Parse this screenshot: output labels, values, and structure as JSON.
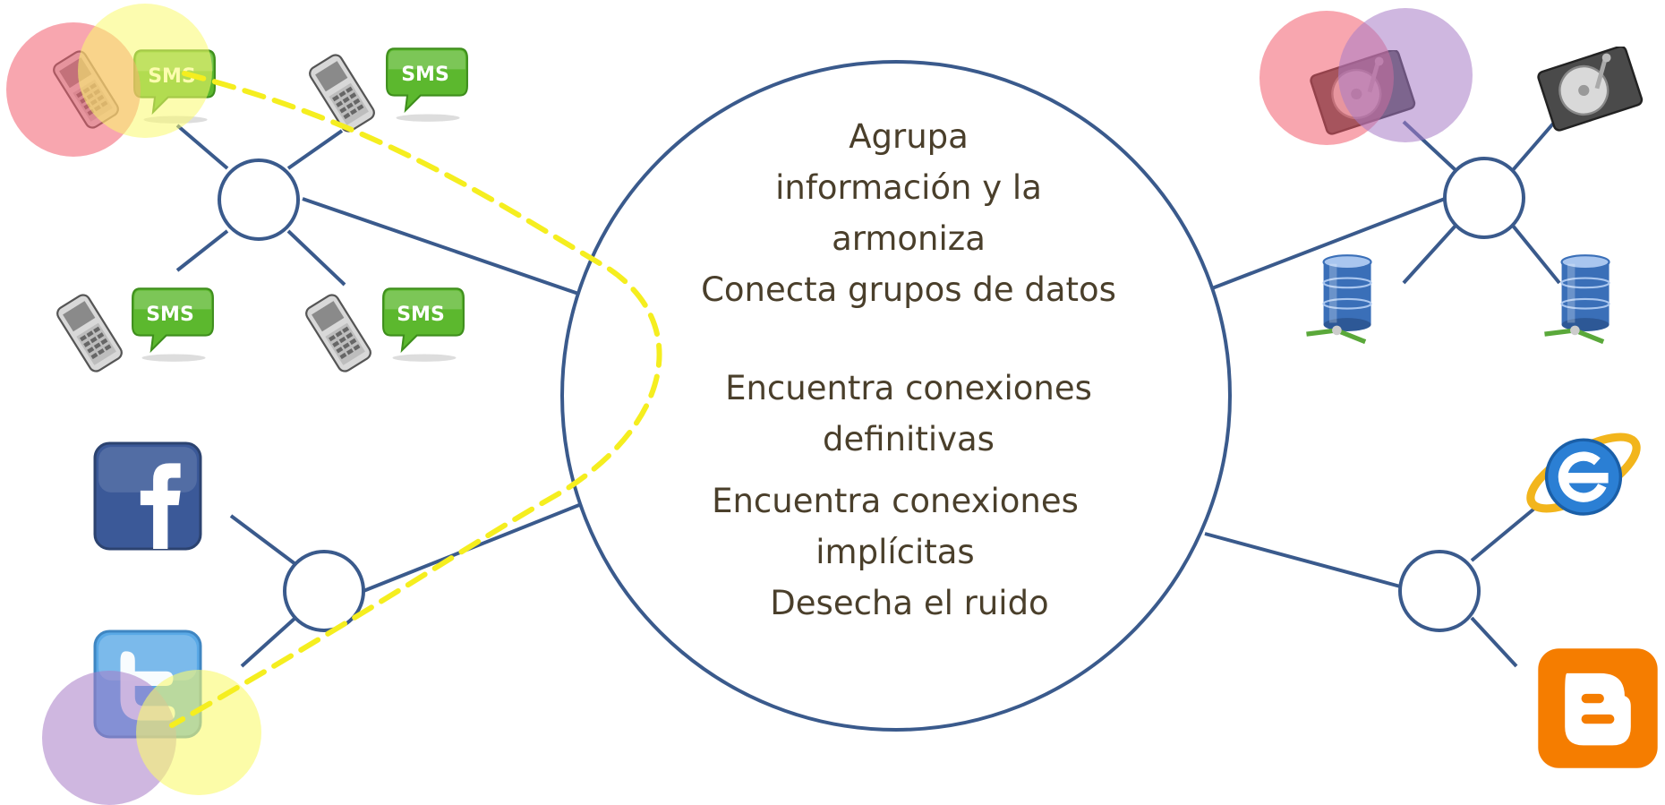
{
  "hub": {
    "lines": [
      "Agrupa",
      "información y la",
      "armoniza",
      "Conecta grupos de datos",
      "Encuentra conexiones",
      "definitivas",
      "Encuentra conexiones",
      "implícitas",
      "Desecha el ruido"
    ]
  },
  "icons": {
    "sms_label": "SMS",
    "list": [
      "mobile-phone-icon",
      "sms-bubble-icon",
      "facebook-icon",
      "twitter-icon",
      "hard-drive-icon",
      "database-icon",
      "internet-explorer-icon",
      "blogger-icon"
    ]
  },
  "colors": {
    "line": "#3a5a8c",
    "highlight_path": "#f5ee1f",
    "blob_red": "#f25c6e",
    "blob_yellow": "#fafa6e",
    "blob_purple": "#a77cc6",
    "text": "#4a3f2b",
    "sms_green": "#5cb82e",
    "facebook_blue": "#3b5998",
    "twitter_blue": "#5aa9e6",
    "blogger_orange": "#f57d00",
    "db_blue": "#3a6fb8"
  }
}
